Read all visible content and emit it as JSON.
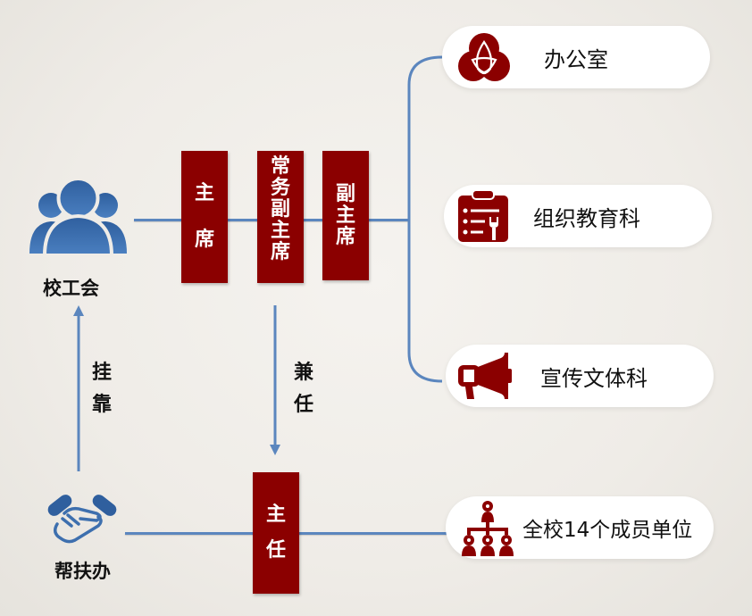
{
  "nodes": {
    "union": {
      "label": "校工会",
      "icon": "people-group-icon"
    },
    "aid_office": {
      "label": "帮扶办",
      "icon": "handshake-icon"
    }
  },
  "leaders": {
    "chairman": [
      "主",
      "席"
    ],
    "executive_vice_chairman": [
      "常",
      "务",
      "副",
      "主",
      "席"
    ],
    "vice_chairman": [
      "副",
      "主",
      "席"
    ],
    "director": [
      "主",
      "任"
    ]
  },
  "relations": {
    "affiliation": [
      "挂",
      "靠"
    ],
    "concurrent": [
      "兼",
      "任"
    ]
  },
  "departments": [
    {
      "label": "办公室",
      "icon": "triquetra-circles-icon"
    },
    {
      "label": "组织教育科",
      "icon": "clipboard-wrench-icon"
    },
    {
      "label": "宣传文体科",
      "icon": "megaphone-icon"
    },
    {
      "label": "全校14个成员单位",
      "icon": "org-hierarchy-icon"
    }
  ],
  "colors": {
    "accent_red": "#8b0000",
    "line_blue": "#5b86be",
    "icon_blue": "#3d6fae"
  }
}
